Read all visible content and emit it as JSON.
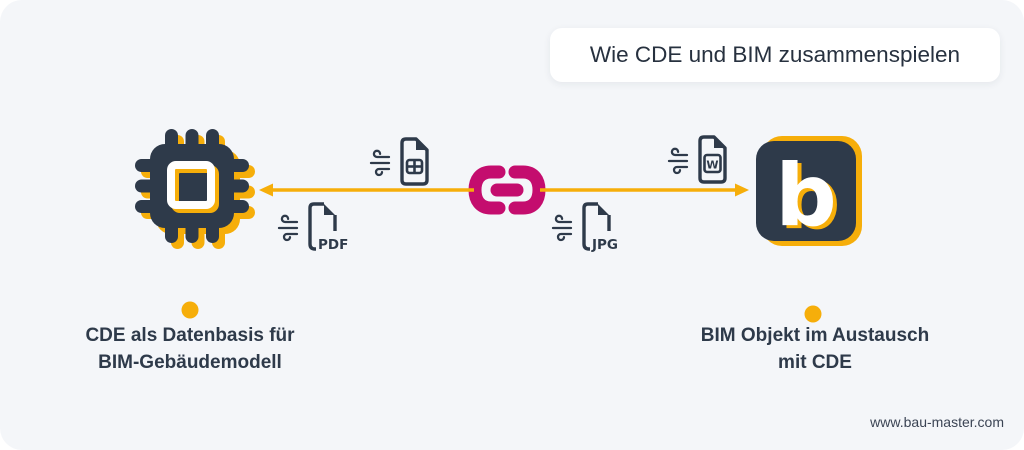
{
  "title": "Wie CDE und BIM zusammenspielen",
  "colors": {
    "background": "#f4f6f9",
    "card": "#ffffff",
    "dark": "#2e3a4a",
    "amber": "#f6ae0a",
    "magenta": "#c40d6e",
    "text": "#27313f"
  },
  "nodes": {
    "left": {
      "icon": "cpu-chip-icon",
      "label_line1": "CDE als Datenbasis für",
      "label_line2": "BIM-Gebäudemodell"
    },
    "center": {
      "icon": "link-icon"
    },
    "right": {
      "icon": "bau-master-logo",
      "letter": "b",
      "label_line1": "BIM Objekt im Austausch",
      "label_line2": "mit CDE"
    }
  },
  "files": [
    {
      "icon": "spreadsheet-file-icon",
      "badge": ""
    },
    {
      "icon": "pdf-file-icon",
      "badge": "PDF"
    },
    {
      "icon": "word-file-icon",
      "badge": "W"
    },
    {
      "icon": "jpg-file-icon",
      "badge": "JPG"
    }
  ],
  "footer": {
    "website": "www.bau-master.com"
  }
}
